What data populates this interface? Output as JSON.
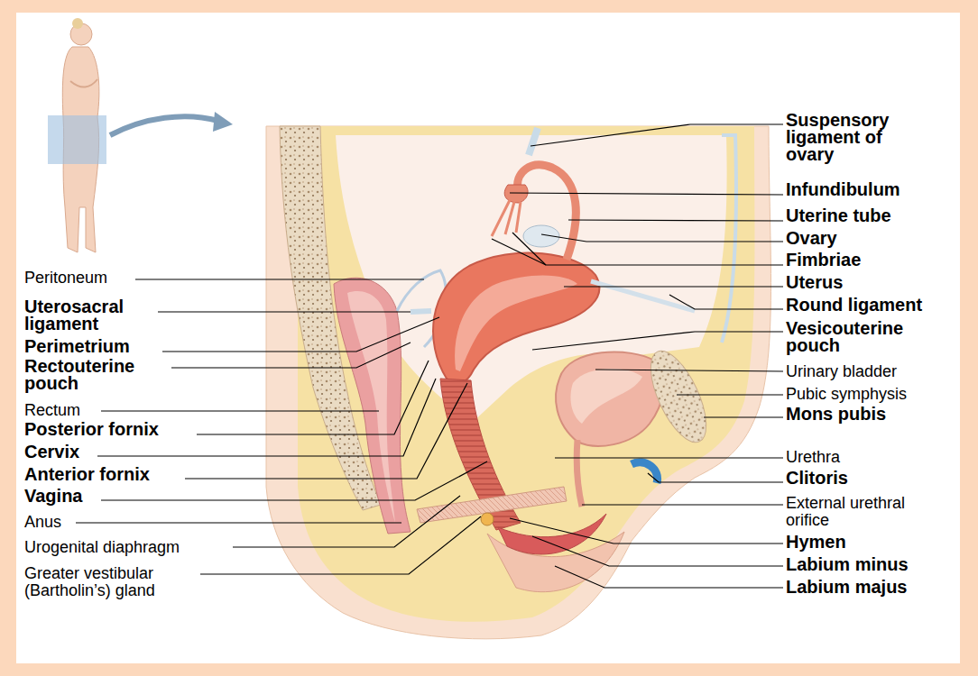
{
  "diagram": {
    "labels": [
      "Suspensory ligament of ovary",
      "Infundibulum",
      "Uterine tube",
      "Ovary",
      "Fimbriae",
      "Uterus",
      "Round ligament",
      "Vesicouterine pouch",
      "Urinary bladder",
      "Pubic symphysis",
      "Mons pubis",
      "Urethra",
      "Clitoris",
      "External urethral orifice",
      "Hymen",
      "Labium minus",
      "Labium majus",
      "Peritoneum",
      "Uterosacral ligament",
      "Perimetrium",
      "Rectouterine pouch",
      "Rectum",
      "Posterior fornix",
      "Cervix",
      "Anterior fornix",
      "Vagina",
      "Anus",
      "Urogenital diaphragm",
      "Greater vestibular (Bartholin’s) gland"
    ]
  }
}
